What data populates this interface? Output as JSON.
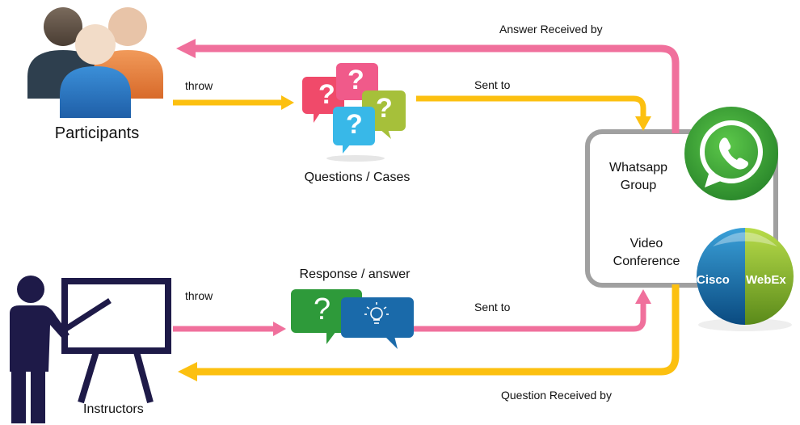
{
  "labels": {
    "participants": "Participants",
    "instructors": "Instructors",
    "throw_top": "throw",
    "throw_bottom": "throw",
    "sent_to_top": "Sent to",
    "sent_to_bottom": "Sent to",
    "questions_cases": "Questions / Cases",
    "response_answer": "Response / answer",
    "answer_received_by": "Answer Received by",
    "question_received_by": "Question Received by",
    "whatsapp_line1": "Whatsapp",
    "whatsapp_line2": "Group",
    "video_line1": "Video",
    "video_line2": "Conference",
    "webex_left": "Cisco",
    "webex_right": "WebEx",
    "question_mark": "?"
  },
  "colors": {
    "pink": "#f0709c",
    "yellow": "#fcc010",
    "box_border": "#a0a0a0",
    "whatsapp_green": "#3aa43a",
    "instructor_navy": "#1e1a48"
  }
}
